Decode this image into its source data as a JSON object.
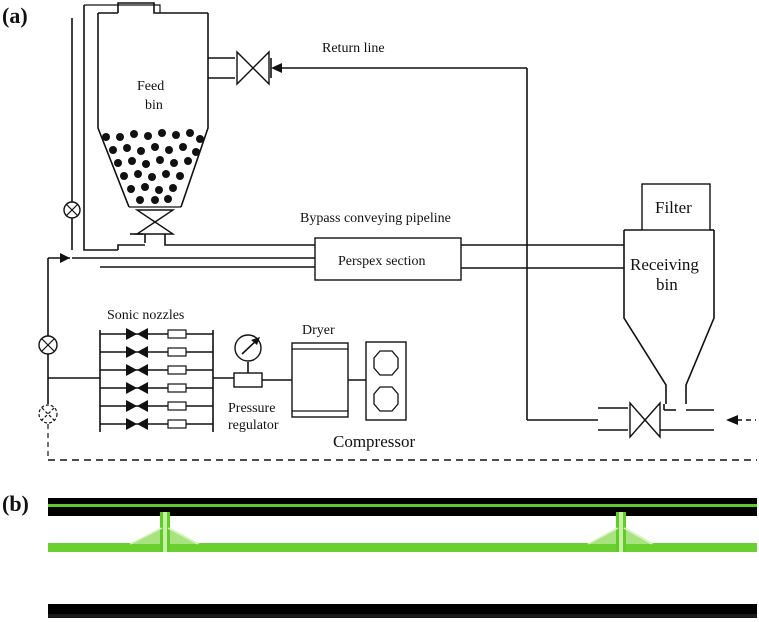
{
  "panel_a": {
    "label": "(a)",
    "feed_bin": "Feed",
    "feed_bin_2": "bin",
    "return_line": "Return line",
    "bypass": "Bypass conveying pipeline",
    "perspex": "Perspex section",
    "filter": "Filter",
    "receiving": "Receiving",
    "receiving_2": "bin",
    "sonic_nozzles": "Sonic nozzles",
    "dryer": "Dryer",
    "pressure": "Pressure",
    "regulator": "regulator",
    "compressor": "Compressor"
  },
  "panel_b": {
    "label": "(b)"
  },
  "colors": {
    "line": "#111111",
    "green": "#5fcc2a",
    "green_light": "#a9e37f"
  }
}
